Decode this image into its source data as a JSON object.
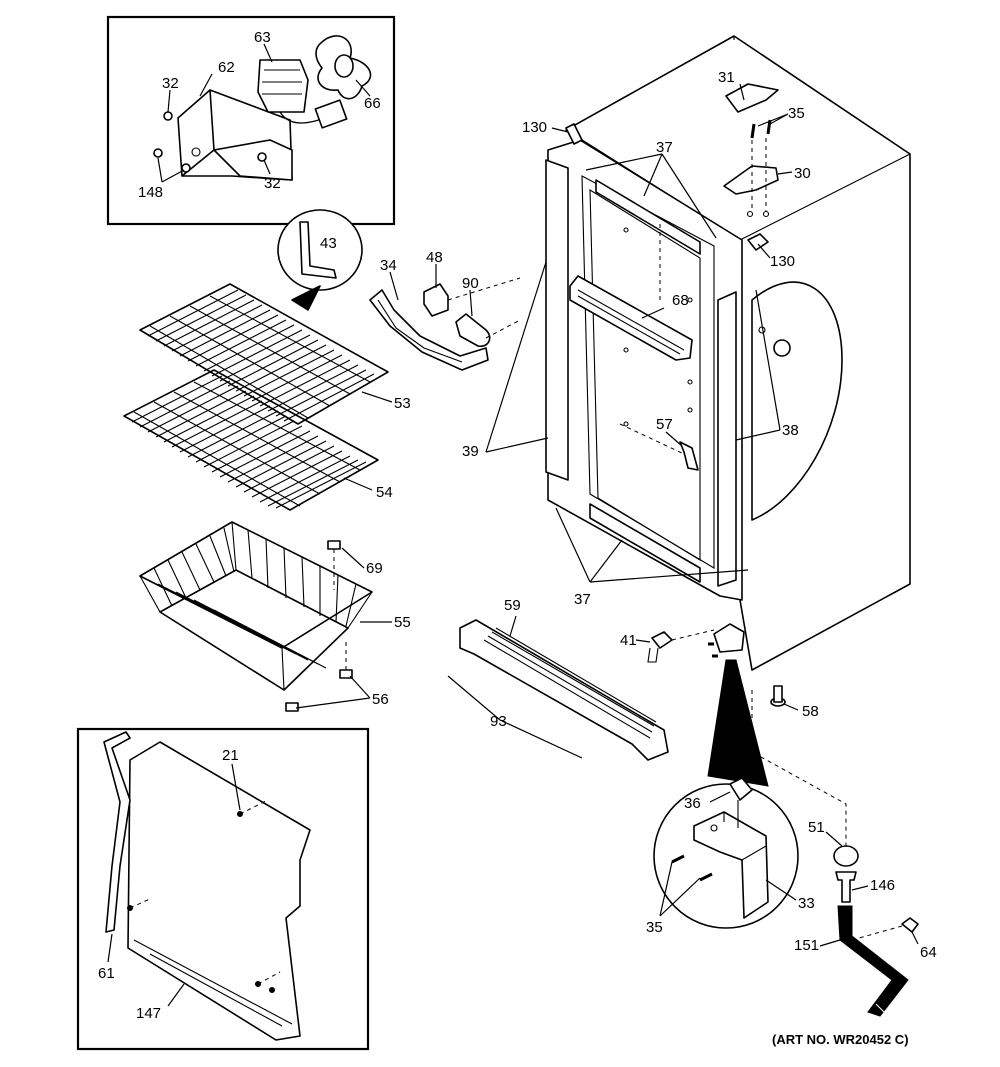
{
  "art_number": "(ART NO. WR20452 C)",
  "callouts": {
    "c21": "21",
    "c30": "30",
    "c31": "31",
    "c32a": "32",
    "c32b": "32",
    "c33": "33",
    "c34": "34",
    "c35a": "35",
    "c35b": "35",
    "c36": "36",
    "c37a": "37",
    "c37b": "37",
    "c38": "38",
    "c39": "39",
    "c41": "41",
    "c43": "43",
    "c48": "48",
    "c51": "51",
    "c53": "53",
    "c54": "54",
    "c55": "55",
    "c56": "56",
    "c57": "57",
    "c58": "58",
    "c59": "59",
    "c61": "61",
    "c62": "62",
    "c63": "63",
    "c64": "64",
    "c66": "66",
    "c68": "68",
    "c69": "69",
    "c90": "90",
    "c93": "93",
    "c130a": "130",
    "c130b": "130",
    "c146": "146",
    "c147": "147",
    "c148": "148",
    "c151": "151"
  }
}
